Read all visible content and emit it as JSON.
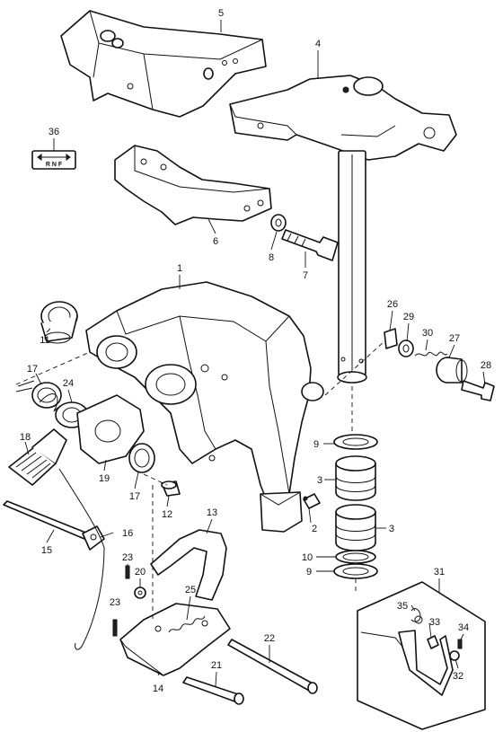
{
  "diagram": {
    "decal_text": "R N F",
    "callouts": {
      "c1": "1",
      "c2": "2",
      "c3a": "3",
      "c3b": "3",
      "c4": "4",
      "c5": "5",
      "c6": "6",
      "c7": "7",
      "c8": "8",
      "c9a": "9",
      "c9b": "9",
      "c10": "10",
      "c11": "11",
      "c12": "12",
      "c13": "13",
      "c14": "14",
      "c15": "15",
      "c16": "16",
      "c17a": "17",
      "c17b": "17",
      "c18": "18",
      "c19": "19",
      "c20": "20",
      "c21": "21",
      "c22": "22",
      "c23a": "23",
      "c23b": "23",
      "c24": "24",
      "c25": "25",
      "c26": "26",
      "c27": "27",
      "c28": "28",
      "c29": "29",
      "c30": "30",
      "c31": "31",
      "c32": "32",
      "c33": "33",
      "c34": "34",
      "c35": "35",
      "c36": "36"
    }
  }
}
